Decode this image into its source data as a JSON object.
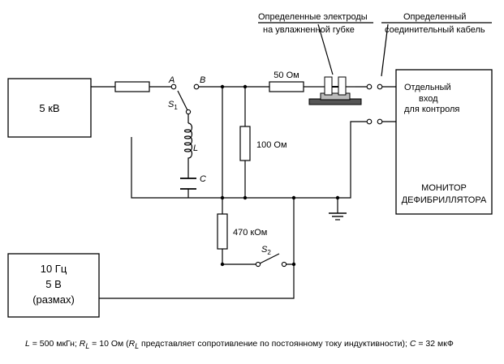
{
  "sources": {
    "hv": "5 кВ",
    "signal": [
      "10 Гц",
      "5 В",
      "(размах)"
    ]
  },
  "resistors": {
    "r50": "50 Ом",
    "r100": "100 Ом",
    "r470": "470 кОм"
  },
  "components": {
    "inductor": "L",
    "capacitor": "C",
    "switch1": "S",
    "switch1_sub": "1",
    "switch2": "S",
    "switch2_sub": "2"
  },
  "nodes": {
    "a": "A",
    "b": "B"
  },
  "electrodes": {
    "line1": "Определенные электроды",
    "line2": "на увлажненной губке"
  },
  "cable": {
    "line1": "Определенный",
    "line2": "соединительный кабель"
  },
  "monitor": {
    "input": [
      "Отдельный",
      "вход",
      "для контроля"
    ],
    "name": [
      "МОНИТОР",
      "ДЕФИБРИЛЛЯТОРА"
    ]
  },
  "caption": {
    "p1": "L",
    "p2": " = 500 мкГн; ",
    "p3": "R",
    "p4": "L",
    "p5": " = 10 Ом (",
    "p6": "R",
    "p7": "L",
    "p8": " представляет сопротивление по постоянному току индуктивности); ",
    "p9": "C",
    "p10": " = 32 мкФ"
  }
}
